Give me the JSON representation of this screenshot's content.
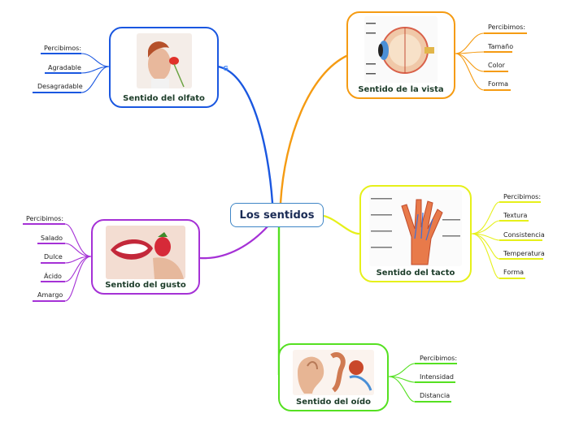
{
  "central": {
    "label": "Los sentidos"
  },
  "colors": {
    "olfato": "#1a57e0",
    "vista": "#f59b12",
    "gusto": "#a531d6",
    "tacto": "#e6f01a",
    "oido": "#55e021",
    "central_border": "#3f86c6"
  },
  "topics": {
    "olfato": {
      "label": "Sentido del olfato",
      "items": [
        "Percibimos:",
        "Agradable",
        "Desagradable"
      ]
    },
    "vista": {
      "label": "Sentido de la vista",
      "items": [
        "Percibimos:",
        "Tamaño",
        "Color",
        "Forma"
      ]
    },
    "gusto": {
      "label": "Sentido del gusto",
      "items": [
        "Percibimos:",
        "Salado",
        "Dulce",
        "Ácido",
        "Amargo"
      ]
    },
    "tacto": {
      "label": "Sentido del tacto",
      "items": [
        "Percibimos:",
        "Textura",
        "Consistencia",
        "Temperatura",
        "Forma"
      ]
    },
    "oido": {
      "label": "Sentido del oído",
      "items": [
        "Percibimos:",
        "Intensidad",
        "Distancia"
      ]
    }
  },
  "icons": {
    "link": "google-link-icon",
    "olfato_image": "person-smelling-flower-image",
    "vista_image": "eye-anatomy-image",
    "gusto_image": "mouth-eating-strawberry-image",
    "tacto_image": "hand-anatomy-image",
    "oido_image": "ear-anatomy-image"
  },
  "link_icon_glyph": "G"
}
